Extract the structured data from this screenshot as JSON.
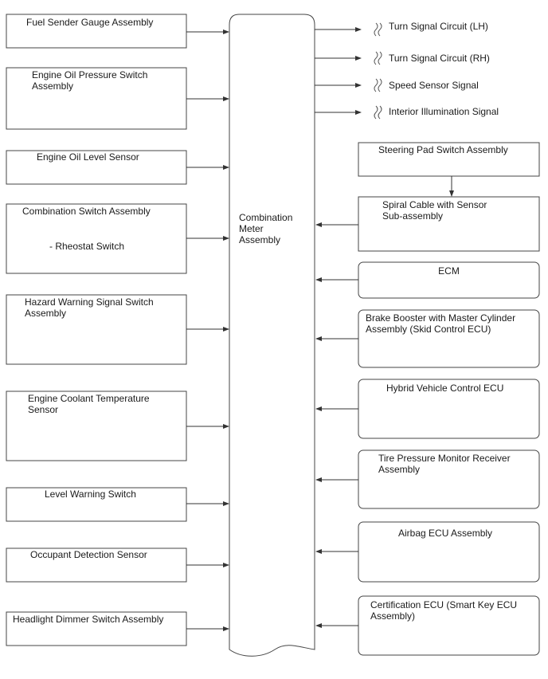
{
  "diagram": {
    "center": {
      "title": "Combination\nMeter\nAssembly"
    },
    "left_inputs": [
      {
        "label": "Fuel Sender Gauge Assembly"
      },
      {
        "label": "Engine Oil Pressure Switch\nAssembly"
      },
      {
        "label": "Engine Oil Level Sensor"
      },
      {
        "label": "Combination Switch Assembly",
        "sublabel": "- Rheostat Switch"
      },
      {
        "label": "Hazard Warning Signal Switch\nAssembly"
      },
      {
        "label": "Engine Coolant Temperature\nSensor"
      },
      {
        "label": "Level Warning Switch"
      },
      {
        "label": "Occupant Detection Sensor"
      },
      {
        "label": "Headlight Dimmer Switch Assembly"
      }
    ],
    "outputs": [
      {
        "label": "Turn Signal Circuit (LH)"
      },
      {
        "label": "Turn Signal Circuit (RH)"
      },
      {
        "label": "Speed Sensor Signal"
      },
      {
        "label": "Interior Illumination Signal"
      }
    ],
    "right_top": {
      "label": "Steering Pad Switch Assembly"
    },
    "right_inputs": [
      {
        "label": "Spiral Cable with Sensor\nSub-assembly"
      },
      {
        "label": "ECM"
      },
      {
        "label": "Brake Booster with Master Cylinder\nAssembly (Skid Control ECU)"
      },
      {
        "label": "Hybrid Vehicle Control ECU"
      },
      {
        "label": "Tire Pressure Monitor Receiver\nAssembly"
      },
      {
        "label": "Airbag ECU Assembly"
      },
      {
        "label": "Certification ECU (Smart Key ECU\nAssembly)"
      }
    ]
  }
}
